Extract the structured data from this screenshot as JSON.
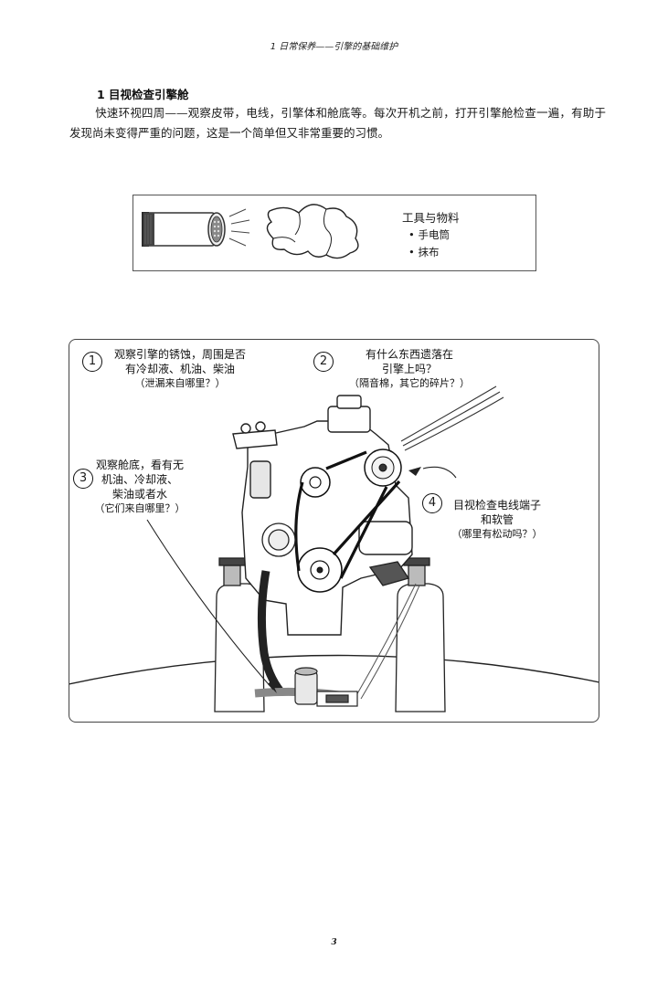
{
  "header": {
    "running_title": "1 日常保养——引擎的基础维护"
  },
  "section": {
    "title": "1 目视检查引擎舱",
    "paragraph": "快速环视四周——观察皮带，电线，引擎体和舱底等。每次开机之前，打开引擎舱检查一遍，有助于发现尚未变得严重的问题，这是一个简单但又非常重要的习惯。"
  },
  "tools": {
    "title": "工具与物料",
    "items": [
      "•  手电筒",
      "•  抹布"
    ],
    "icons": [
      "flashlight-icon",
      "rag-icon"
    ]
  },
  "diagram": {
    "callouts": [
      {
        "num": "1",
        "lines": [
          "观察引擎的锈蚀，周围是否",
          "有冷却液、机油、柴油"
        ],
        "sub": "（泄漏来自哪里？）"
      },
      {
        "num": "2",
        "lines": [
          "有什么东西遗落在",
          "引擎上吗？"
        ],
        "sub": "（隔音棉，其它的碎片？）"
      },
      {
        "num": "3",
        "lines": [
          "观察舱底，看有无",
          "机油、冷却液、",
          "柴油或者水"
        ],
        "sub": "（它们来自哪里？）"
      },
      {
        "num": "4",
        "lines": [
          "目视检查电线端子",
          "和软管"
        ],
        "sub": "（哪里有松动吗？）"
      }
    ]
  },
  "footer": {
    "page_number": "3"
  }
}
